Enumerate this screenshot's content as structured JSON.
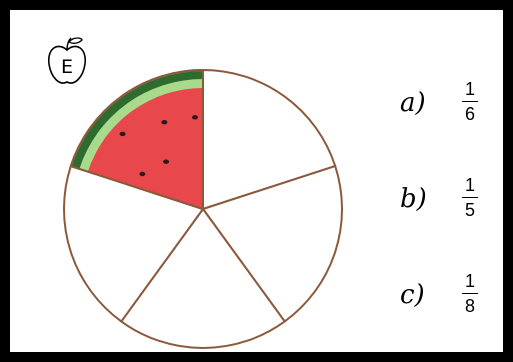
{
  "options": [
    {
      "label": "a)",
      "numerator": "1",
      "denominator": "6"
    },
    {
      "label": "b)",
      "numerator": "1",
      "denominator": "5"
    },
    {
      "label": "c)",
      "numerator": "1",
      "denominator": "8"
    }
  ],
  "logo": {
    "letter": "E",
    "icon": "apple-icon"
  },
  "pie": {
    "slices": 5,
    "filled_slices": 1,
    "fill": "watermelon"
  },
  "colors": {
    "border": "#000000",
    "pie_outline": "#8b5a3c",
    "rind_dark": "#2e6b2e",
    "rind_light": "#a9d98a",
    "flesh": "#e8474c",
    "seed": "#2a1a1a"
  }
}
